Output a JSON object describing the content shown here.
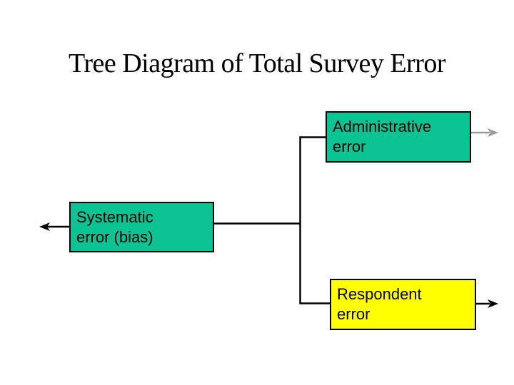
{
  "title": "Tree Diagram of Total Survey Error",
  "colors": {
    "background": "#ffffff",
    "connector": "#000000",
    "node_border": "#000000",
    "node_green": "#0cc493",
    "node_yellow": "#ffff00",
    "arrow_gray": "#9c9c9c",
    "arrow_black": "#000000",
    "title_text": "#000000",
    "node_text": "#000000"
  },
  "nodes": {
    "administrative": {
      "label": "Administrative\nerror",
      "fill": "#0cc493"
    },
    "systematic": {
      "label": "Systematic\nerror (bias)",
      "fill": "#0cc493"
    },
    "respondent": {
      "label": "Respondent\nerror",
      "fill": "#ffff00"
    }
  },
  "arrows": {
    "systematic_out": {
      "direction": "left",
      "color": "#000000"
    },
    "administrative_out": {
      "direction": "right",
      "color": "#9c9c9c"
    },
    "respondent_out": {
      "direction": "right",
      "color": "#000000"
    }
  }
}
